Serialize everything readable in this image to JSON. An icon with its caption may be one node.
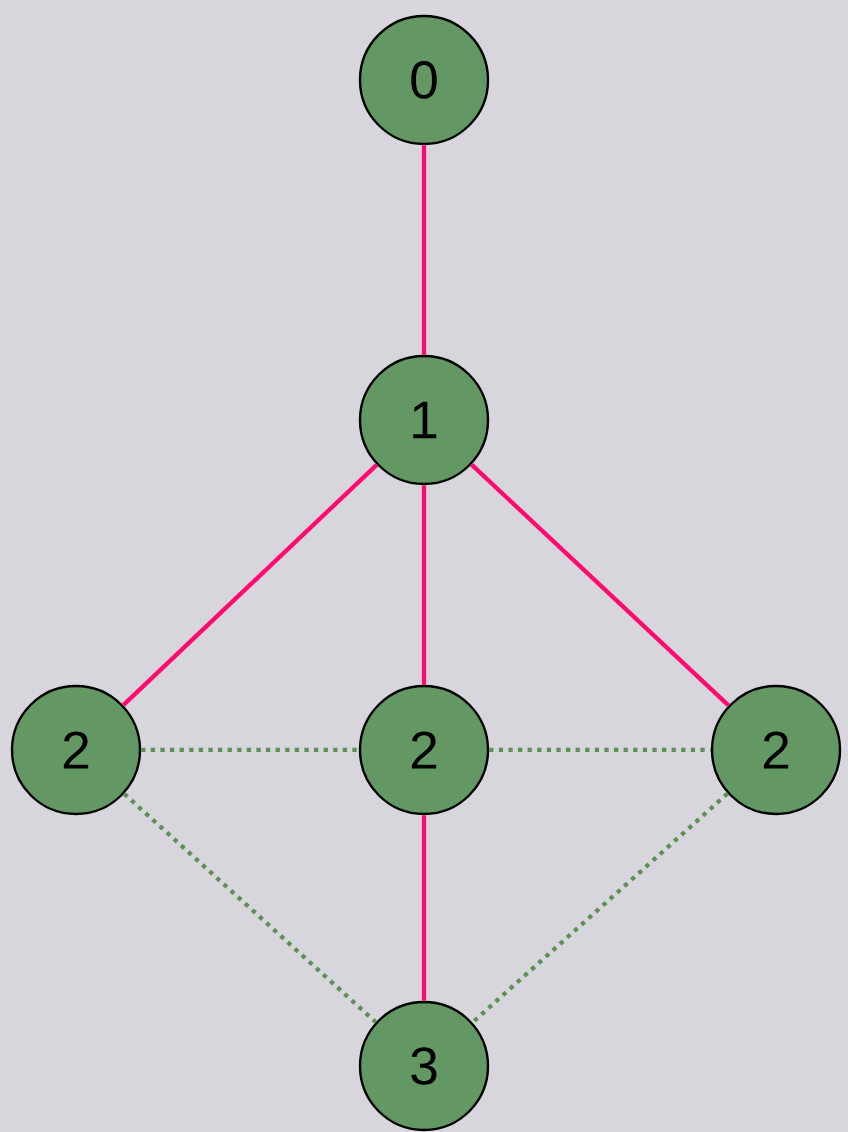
{
  "diagram": {
    "nodes": [
      {
        "text": [
          "0"
        ]
      },
      {
        "text": [
          "1"
        ]
      },
      {
        "text": [
          "2"
        ]
      },
      {
        "text": [
          "2"
        ]
      },
      {
        "text": [
          "2"
        ]
      },
      {
        "text": [
          "3"
        ]
      }
    ],
    "edges": [
      {
        "from": 0,
        "to": 1,
        "arrow": "none"
      },
      {
        "from": 1,
        "to": 2,
        "arrow": "none"
      },
      {
        "from": 1,
        "to": 3,
        "arrow": "none"
      },
      {
        "from": 1,
        "to": 4,
        "arrow": "none"
      },
      {
        "from": 2,
        "to": 3,
        "arrow": "none",
        "style": "dashed",
        "color": "#5f8f55"
      },
      {
        "from": 3,
        "to": 4,
        "arrow": "none",
        "style": "dashed",
        "color": "#5f8f55"
      },
      {
        "from": 3,
        "to": 5,
        "arrow": "none"
      },
      {
        "from": 2,
        "to": 5,
        "arrow": "none",
        "style": "dashed",
        "color": "#5f8f55"
      },
      {
        "from": 4,
        "to": 5,
        "arrow": "none",
        "style": "dashed",
        "color": "#5f8f55"
      }
    ]
  }
}
